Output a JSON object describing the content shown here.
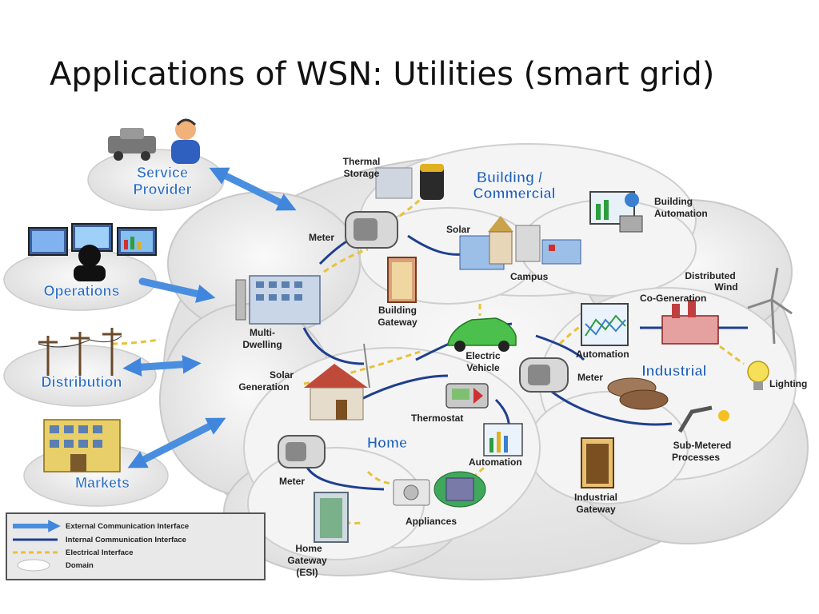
{
  "title": "Applications of WSN: Utilities (smart grid)",
  "actors": {
    "service_provider": [
      "Service",
      "Provider"
    ],
    "operations": "Operations",
    "distribution": "Distribution",
    "markets": "Markets"
  },
  "domains": {
    "building": [
      "Building /",
      "Commercial"
    ],
    "industrial": "Industrial",
    "home": "Home"
  },
  "labels": {
    "thermal_storage": [
      "Thermal",
      "Storage"
    ],
    "building_automation": [
      "Building",
      "Automation"
    ],
    "meter_top": "Meter",
    "solar_top": "Solar",
    "campus": "Campus",
    "building_gateway": [
      "Building",
      "Gateway"
    ],
    "multi_dwelling": [
      "Multi-",
      "Dwelling"
    ],
    "electric_vehicle": [
      "Electric",
      "Vehicle"
    ],
    "distributed_wind": [
      "Distributed",
      "Wind"
    ],
    "co_generation": "Co-Generation",
    "automation_ind": "Automation",
    "meter_ind": "Meter",
    "lighting": "Lighting",
    "solar_generation": [
      "Solar",
      "Generation"
    ],
    "thermostat": "Thermostat",
    "automation_home": "Automation",
    "meter_home": "Meter",
    "appliances": "Appliances",
    "home_gateway": [
      "Home",
      "Gateway",
      "(ESI)"
    ],
    "sub_metered": [
      "Sub-Metered",
      "Processes"
    ],
    "industrial_gateway": [
      "Industrial",
      "Gateway"
    ]
  },
  "legend": [
    {
      "label": "External Communication Interface",
      "style": "arrow"
    },
    {
      "label": "Internal Communication Interface",
      "style": "solid"
    },
    {
      "label": "Electrical Interface",
      "style": "dashed"
    },
    {
      "label": "Domain",
      "style": "cloud"
    }
  ],
  "colors": {
    "arrow": "#4a8ee0",
    "internal_line": "#1f3f8f",
    "electrical_dash": "#e8c23a",
    "cloud_fill": "#ececec",
    "domain_text": "#1e5fb8"
  }
}
